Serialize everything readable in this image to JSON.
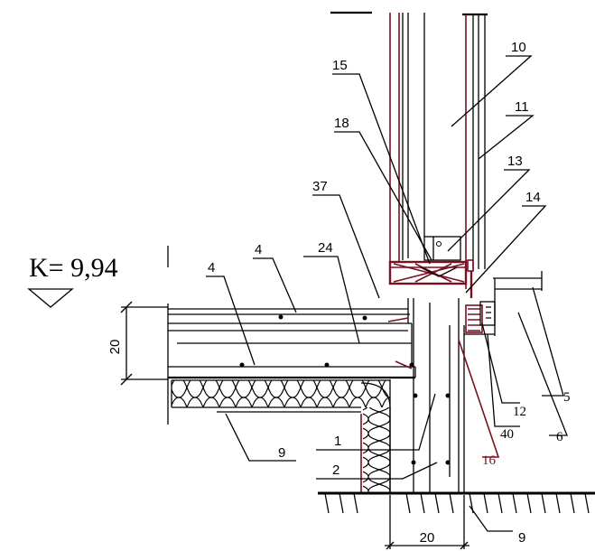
{
  "elevation": {
    "label": "K= 9,94"
  },
  "labels": {
    "l1": "1",
    "l2": "2",
    "l4a": "4",
    "l4b": "4",
    "l5": "5",
    "l6": "6",
    "l9a": "9",
    "l9b": "9",
    "l10": "10",
    "l11": "11",
    "l12": "12",
    "l13": "13",
    "l14": "14",
    "l15": "15",
    "l16": "16",
    "l18": "18",
    "l24": "24",
    "l37": "37",
    "l40": "40"
  },
  "dimensions": {
    "slab_thickness": "20",
    "wall_width": "20"
  },
  "colors": {
    "line": "#000000",
    "accent_red": "#7a1020"
  }
}
